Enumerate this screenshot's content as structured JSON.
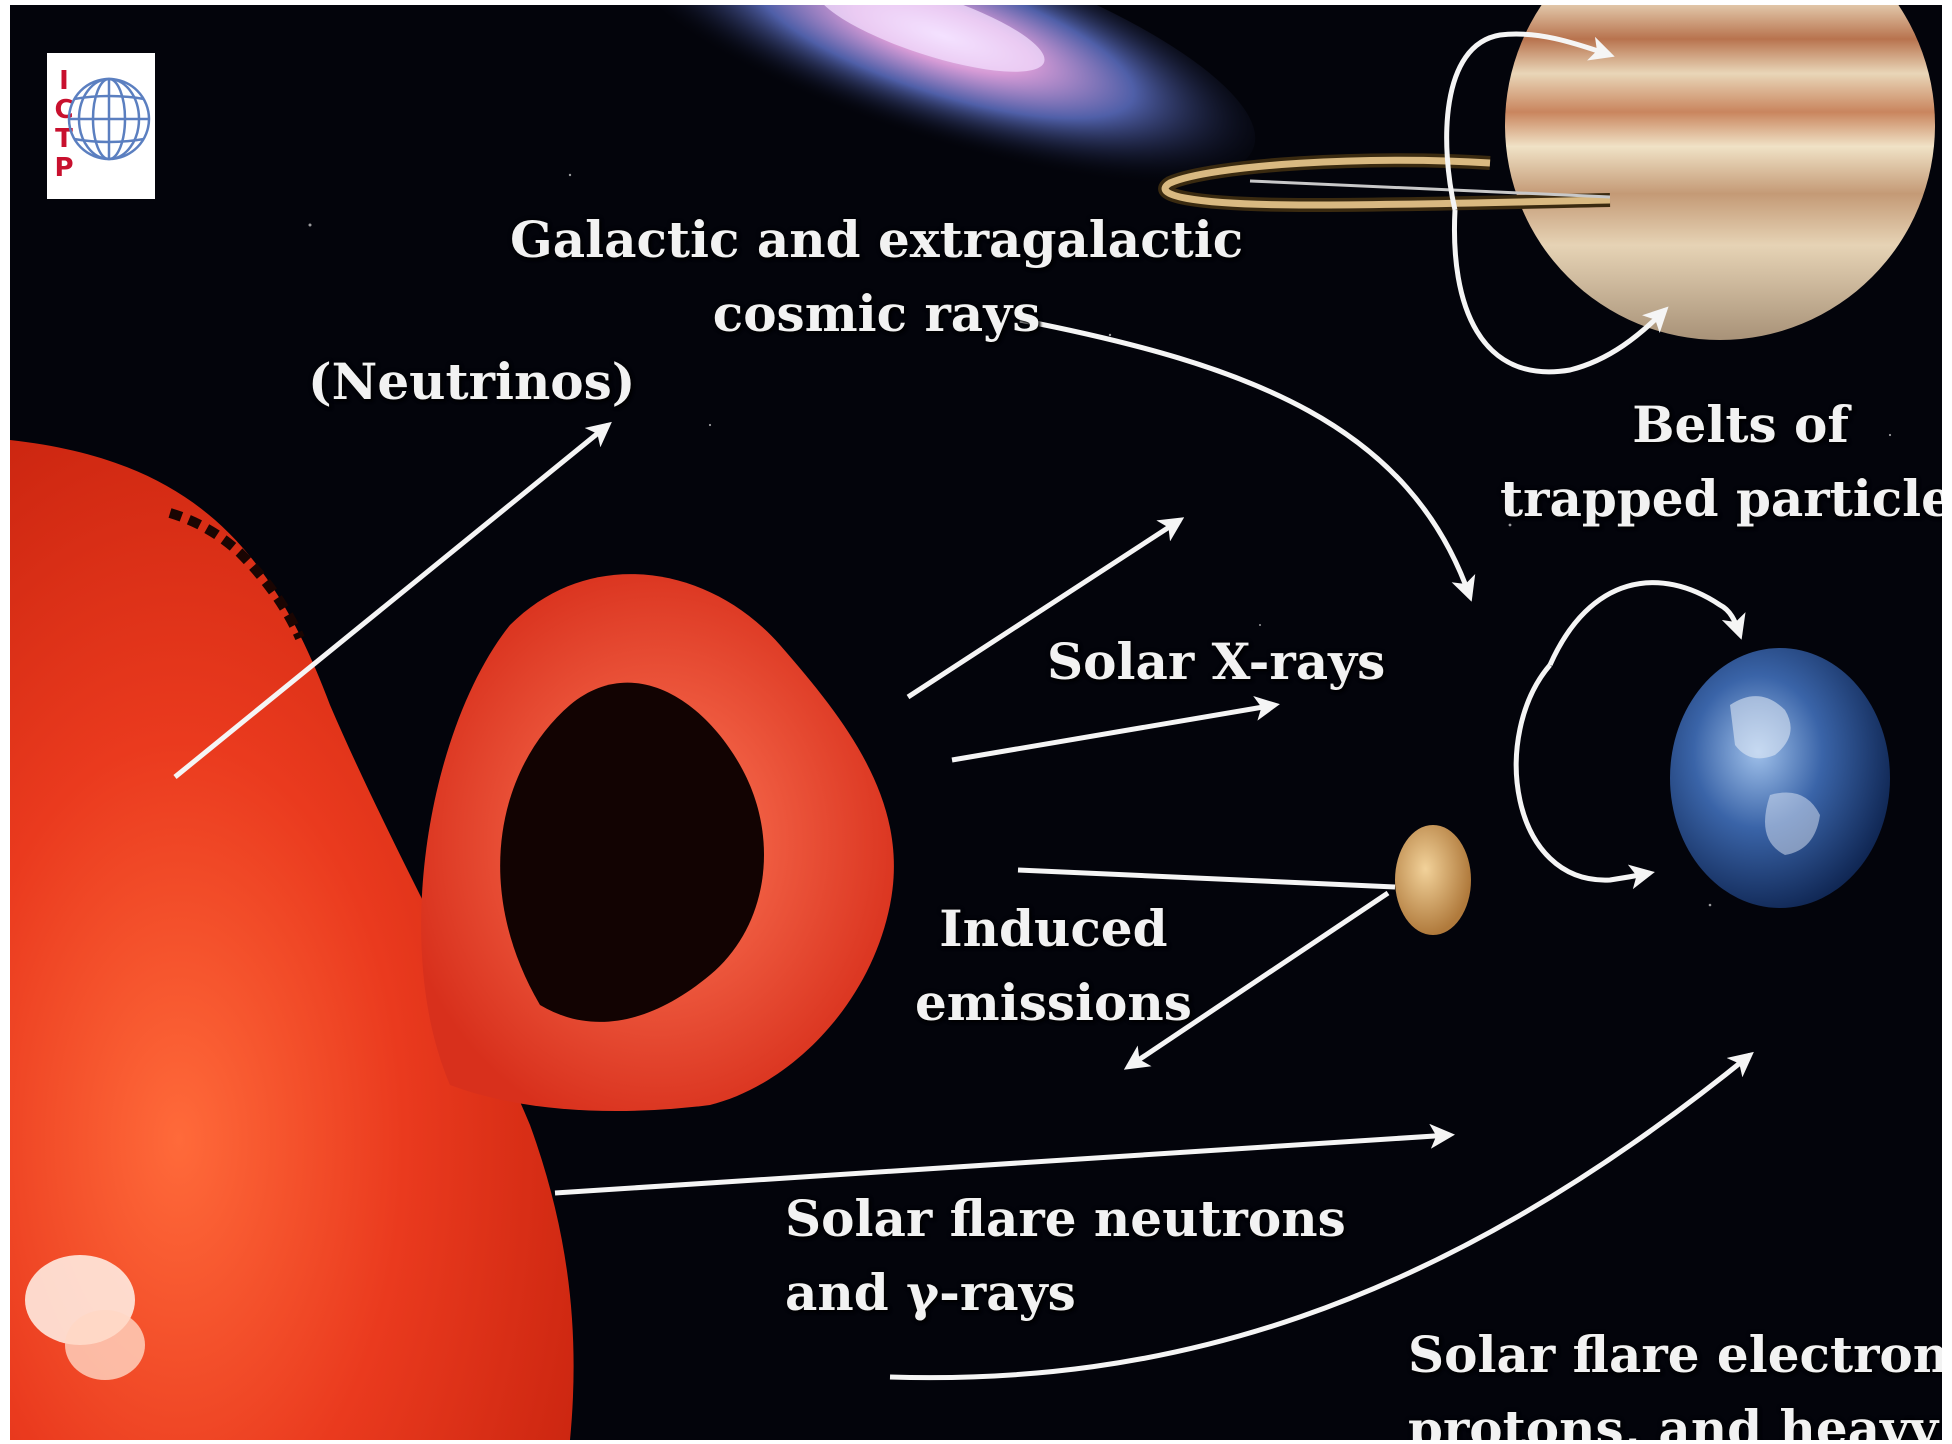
{
  "logo": {
    "letters": [
      "I",
      "C",
      "T",
      "P"
    ]
  },
  "labels": {
    "cosmic_rays": [
      "Galactic and extragalactic",
      "cosmic rays"
    ],
    "neutrinos": "(Neutrinos)",
    "belts": [
      "Belts of",
      "trapped particles"
    ],
    "solar_xrays": "Solar X-rays",
    "induced": [
      "Induced",
      "emissions"
    ],
    "flare_neutrons": [
      "Solar flare neutrons",
      "and γ-rays"
    ],
    "flare_particles": [
      "Solar flare electrons,",
      "protons, and heavy ion"
    ]
  },
  "colors": {
    "background": "#03040b",
    "text": "#f2f2f2",
    "sun": "#e8301a",
    "sun_dark": "#a81808",
    "arrows": "#f5f5f5",
    "logo_red": "#c8102e",
    "logo_globe": "#5b7fc0"
  }
}
